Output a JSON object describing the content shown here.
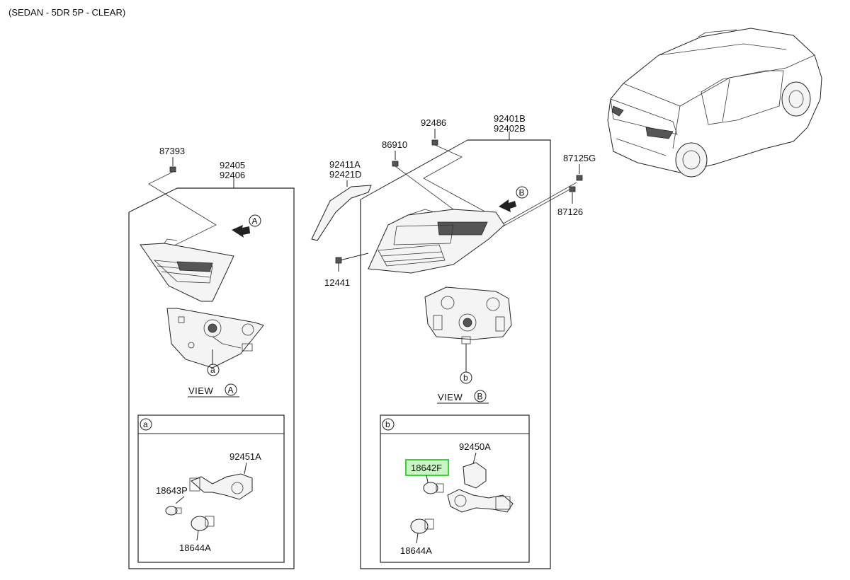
{
  "header": {
    "title": "(SEDAN - 5DR 5P - CLEAR)"
  },
  "parts": {
    "p87393": "87393",
    "p92405": "92405",
    "p92406": "92406",
    "p92411A": "92411A",
    "p92421D": "92421D",
    "p86910": "86910",
    "p92486": "92486",
    "p92401B": "92401B",
    "p92402B": "92402B",
    "p87125G": "87125G",
    "p87126": "87126",
    "p12441": "12441",
    "p92451A": "92451A",
    "p18643P": "18643P",
    "p18644A_left": "18644A",
    "p92450A": "92450A",
    "p18642F": "18642F",
    "p18644A_right": "18644A"
  },
  "callouts": {
    "view_a_label": "VIEW",
    "view_b_label": "VIEW",
    "letter_A": "A",
    "letter_B": "B",
    "letter_a": "a",
    "letter_b": "b"
  },
  "highlight": {
    "part": "18642F",
    "color": "#3fcf3a"
  }
}
